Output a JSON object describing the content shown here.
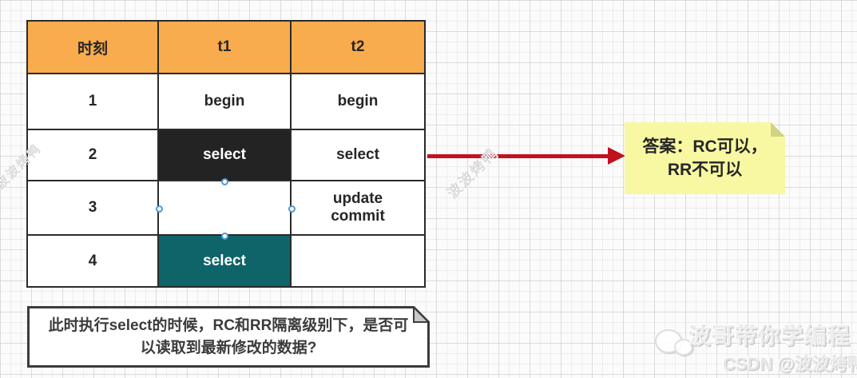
{
  "table": {
    "headers": [
      "时刻",
      "t1",
      "t2"
    ],
    "rows": [
      {
        "cells": [
          "1",
          "begin",
          "begin"
        ]
      },
      {
        "cells": [
          "2",
          "select",
          "select"
        ]
      },
      {
        "cells": [
          "3",
          "",
          "update\ncommit"
        ]
      },
      {
        "cells": [
          "4",
          "select",
          ""
        ]
      }
    ]
  },
  "answer_note": {
    "line1": "答案：RC可以，",
    "line2": "RR不可以"
  },
  "question_note": {
    "line1": "此时执行select的时候，RC和RR隔离级别下，是否可",
    "line2": "以读取到最新修改的数据?"
  },
  "watermarks": {
    "diagonal_left": "波波烤鸭",
    "diagonal_mid": "波波烤鸭",
    "brand": "波哥带你学编程",
    "csdn": "CSDN @波波烤鸭"
  },
  "colors": {
    "header_bg": "#F9AC4D",
    "black_cell_bg": "#232323",
    "teal_cell_bg": "#0E6469",
    "table_border": "#2B2B2B",
    "arrow_red": "#C0131F",
    "sticky_note_bg": "#F8F8A3",
    "sticky_note_fold": "#D2D284",
    "selection_handle": "#4D9AD5"
  }
}
